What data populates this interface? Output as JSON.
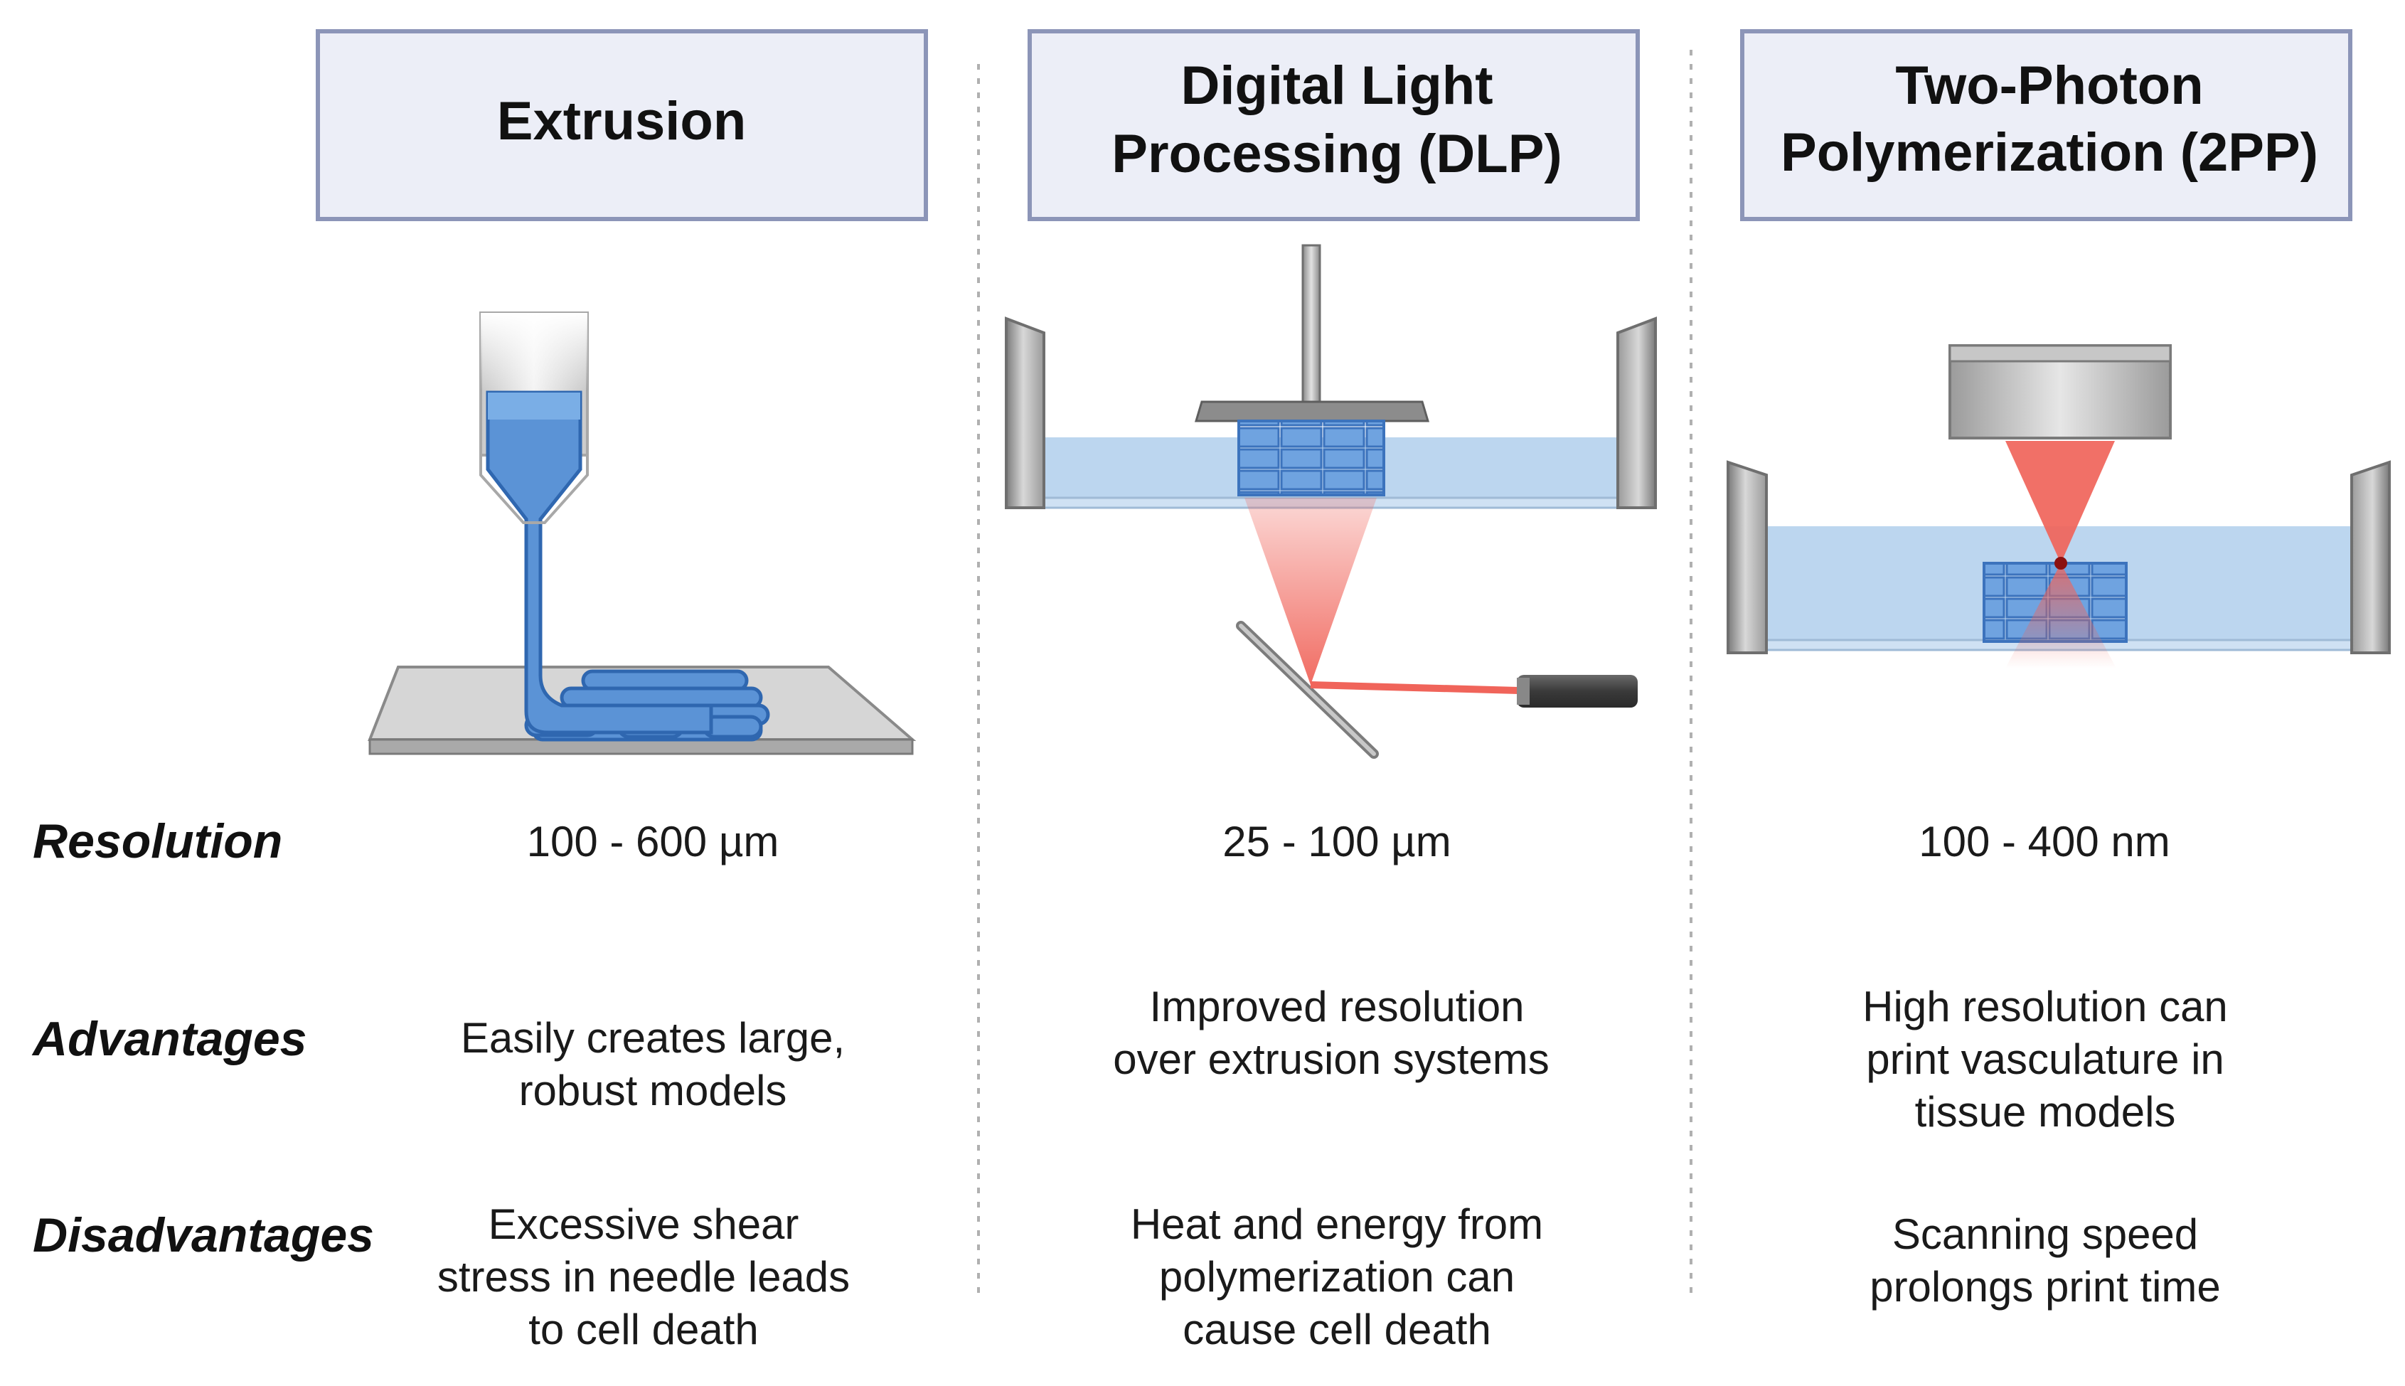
{
  "columns": [
    {
      "title_lines": [
        "Extrusion"
      ],
      "resolution": "100 - 600 µm",
      "advantages": [
        "Easily creates large,",
        "robust models"
      ],
      "disadvantages": [
        "Excessive shear",
        "stress in needle leads",
        "to cell death"
      ]
    },
    {
      "title_lines": [
        "Digital Light",
        "Processing (DLP)"
      ],
      "resolution": "25 - 100 µm",
      "advantages": [
        "Improved resolution",
        "over extrusion systems"
      ],
      "disadvantages": [
        "Heat and energy from",
        "polymerization can",
        "cause cell death"
      ]
    },
    {
      "title_lines": [
        "Two-Photon",
        "Polymerization (2PP)"
      ],
      "resolution": "100 - 400 nm",
      "advantages": [
        "High resolution can",
        "print vasculature in",
        "tissue models"
      ],
      "disadvantages": [
        "Scanning speed",
        "prolongs print time"
      ]
    }
  ],
  "row_labels": {
    "resolution": "Resolution",
    "advantages": "Advantages",
    "disadvantages": "Disadvantages"
  },
  "colors": {
    "header_fill": "#eceef7",
    "header_stroke": "#8c95b8",
    "divider": "#b0b0b0",
    "bioink": "#5b93d6",
    "bioink_dark": "#2f67b0",
    "resin": "#bcd6ef",
    "laser": "#f0645a"
  }
}
